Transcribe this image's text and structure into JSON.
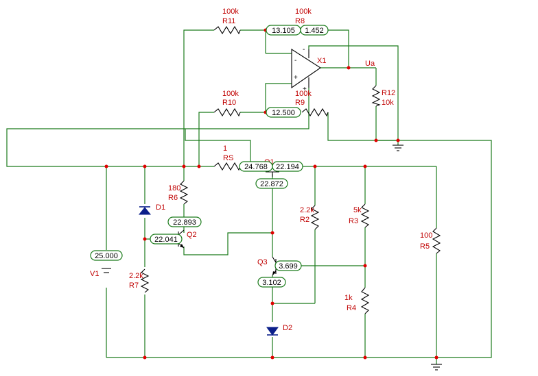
{
  "components": {
    "R11": {
      "ref": "R11",
      "value": "100k"
    },
    "R8": {
      "ref": "R8",
      "value": "100k"
    },
    "R10": {
      "ref": "R10",
      "value": "100k"
    },
    "R9": {
      "ref": "R9",
      "value": "100k"
    },
    "RS": {
      "ref": "RS",
      "value": "1"
    },
    "R6": {
      "ref": "R6",
      "value": "180"
    },
    "R7": {
      "ref": "R7",
      "value": "2.2k"
    },
    "R2": {
      "ref": "R2",
      "value": "2.2k"
    },
    "R3": {
      "ref": "R3",
      "value": "5k"
    },
    "R4": {
      "ref": "R4",
      "value": "1k"
    },
    "R5": {
      "ref": "R5",
      "value": "100"
    },
    "R12": {
      "ref": "R12",
      "value": "10k"
    },
    "X1": {
      "ref": "X1"
    },
    "Q1": {
      "ref": "Q1"
    },
    "Q2": {
      "ref": "Q2"
    },
    "Q3": {
      "ref": "Q3"
    },
    "D1": {
      "ref": "D1"
    },
    "D2": {
      "ref": "D2"
    },
    "V1": {
      "ref": "V1"
    }
  },
  "probes": {
    "p_13105": "13.105",
    "p_1452": "1.452",
    "p_12500": "12.500",
    "p_24768": "24.768",
    "p_22194": "22.194",
    "p_22872": "22.872",
    "p_22893": "22.893",
    "p_22041": "22.041",
    "p_25000": "25.000",
    "p_3699": "3.699",
    "p_3102": "3.102"
  },
  "net_labels": {
    "ua": "Ua"
  },
  "opamp_pins": {
    "minus": "-",
    "plus": "+",
    "supply_minus": "-",
    "supply_plus": "+"
  },
  "colors": {
    "wire": "#1a7a1a",
    "label": "#c00000",
    "node": "#e00000",
    "diode": "#0b1f8a"
  }
}
